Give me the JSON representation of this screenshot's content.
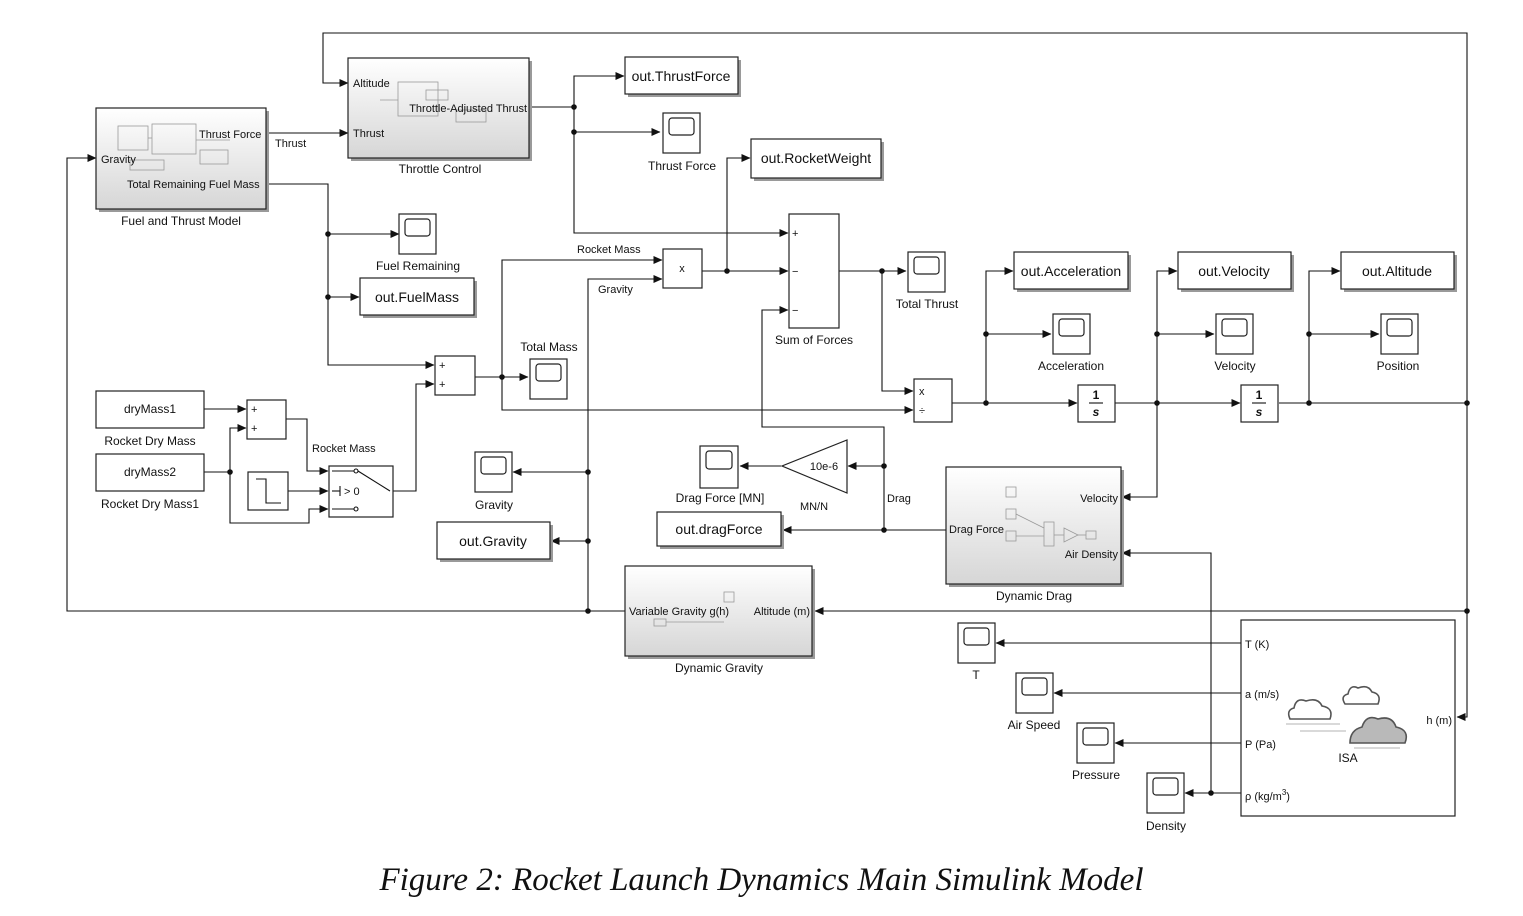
{
  "caption": "Figure 2: Rocket Launch Dynamics Main Simulink Model",
  "blocks": {
    "fuel_thrust": {
      "name": "Fuel and Thrust Model",
      "in_gravity": "Gravity",
      "out_thrust_force": "Thrust Force",
      "out_fuel_mass": "Total Remaining Fuel Mass"
    },
    "throttle": {
      "name": "Throttle Control",
      "in_altitude": "Altitude",
      "in_thrust": "Thrust",
      "out": "Throttle-Adjusted Thrust"
    },
    "dynamic_gravity": {
      "name": "Dynamic Gravity",
      "out": "Variable Gravity g(h)",
      "in": "Altitude (m)"
    },
    "dynamic_drag": {
      "name": "Dynamic Drag",
      "out": "Drag Force",
      "in_velocity": "Velocity",
      "in_density": "Air Density"
    },
    "isa": {
      "name": "ISA",
      "out_T": "T (K)",
      "out_a": "a (m/s)",
      "out_P": "P (Pa)",
      "out_rho": "ρ (kg/m",
      "out_rho_sup": "3",
      "out_rho_end": ")",
      "in": "h (m)"
    },
    "sum_forces": {
      "name": "Sum of Forces",
      "signs": [
        "+",
        "−",
        "−"
      ]
    },
    "mass_sum": {
      "signs": [
        "+",
        "+"
      ]
    },
    "dry_sum": {
      "signs": [
        "+",
        "+"
      ]
    },
    "product_weight": {
      "symbol": "x"
    },
    "divide": {
      "symbols": [
        "x",
        "÷"
      ]
    },
    "integrator": {
      "num": "1",
      "den": "s"
    },
    "gain": {
      "value": "10e-6",
      "name": "MN/N"
    },
    "switch": {
      "criterion": "> 0"
    },
    "dry_mass1": {
      "value": "dryMass1",
      "name": "Rocket Dry Mass"
    },
    "dry_mass2": {
      "value": "dryMass2",
      "name": "Rocket Dry Mass1"
    }
  },
  "scopes": [
    "Thrust Force",
    "Fuel Remaining",
    "Total Mass",
    "Total Thrust",
    "Acceleration",
    "Velocity",
    "Position",
    "Gravity",
    "Drag Force [MN]",
    "T",
    "Air Speed",
    "Pressure",
    "Density"
  ],
  "outports": [
    "out.ThrustForce",
    "out.RocketWeight",
    "out.FuelMass",
    "out.Acceleration",
    "out.Velocity",
    "out.Altitude",
    "out.Gravity",
    "out.dragForce"
  ],
  "signals": {
    "thrust": "Thrust",
    "rocket_mass": "Rocket Mass",
    "gravity": "Gravity",
    "drag": "Drag",
    "rocket_mass_switch": "Rocket Mass"
  }
}
